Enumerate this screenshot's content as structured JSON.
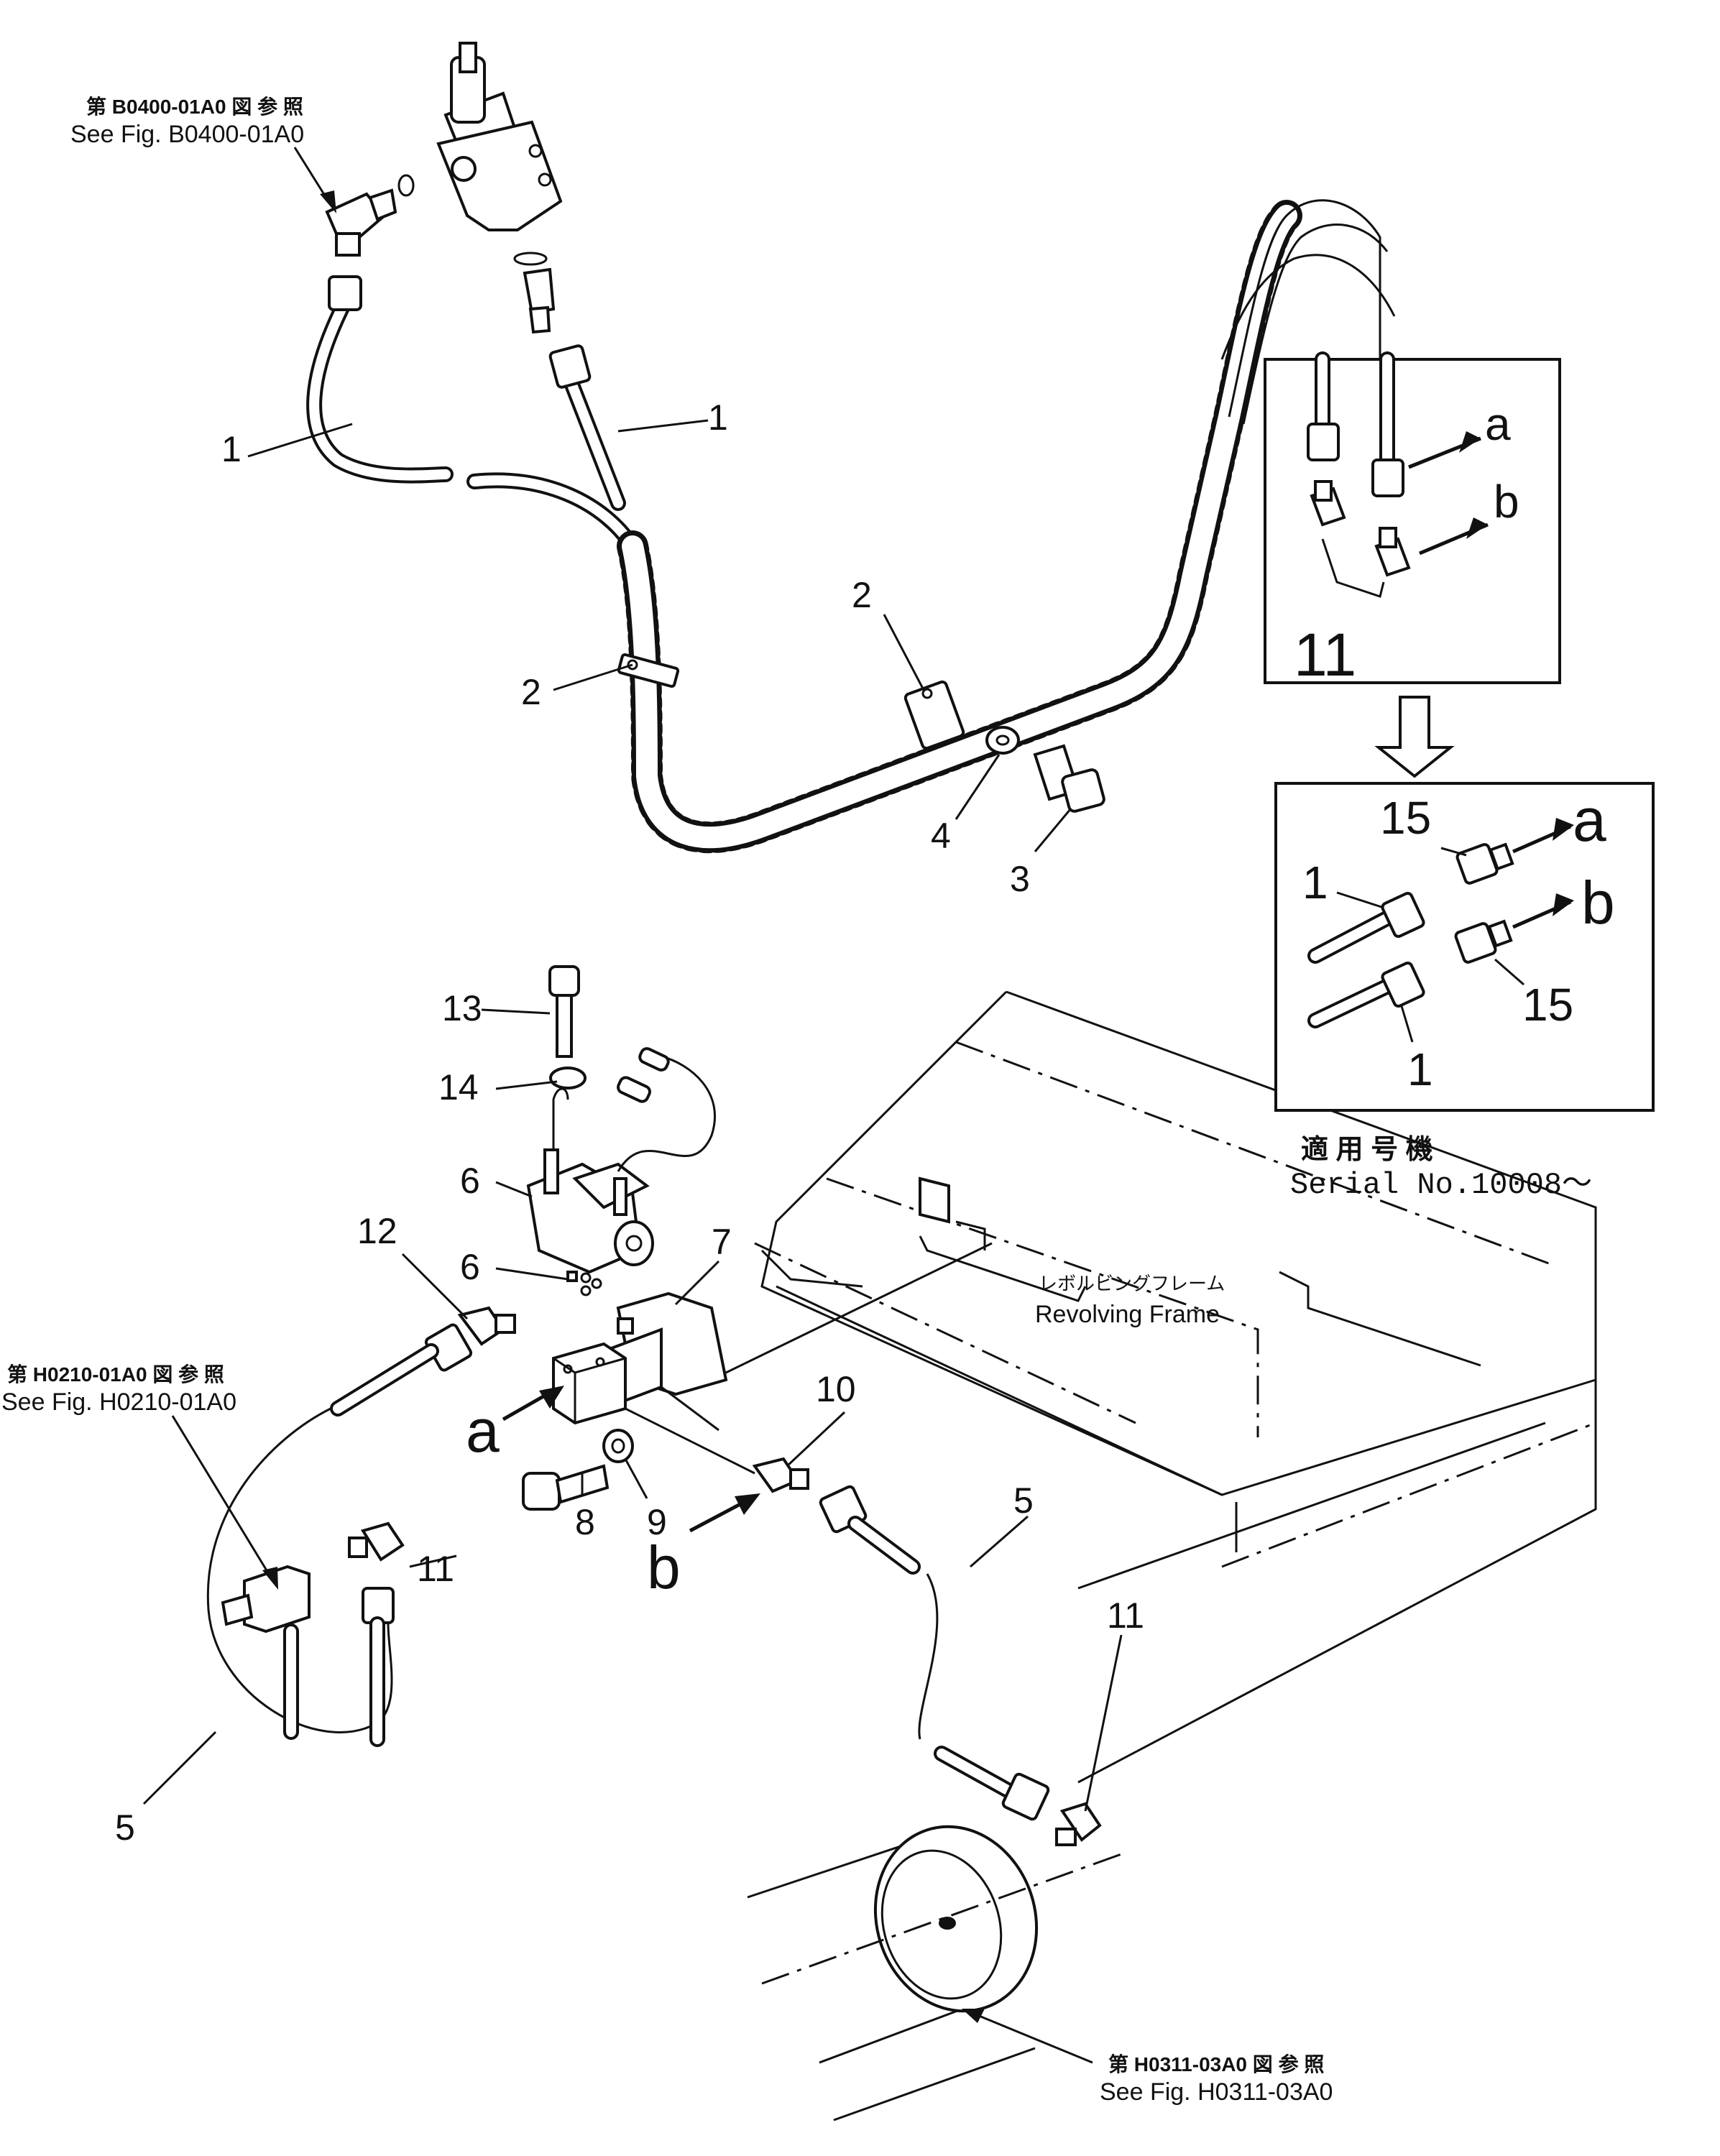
{
  "refs": {
    "b0400_jp": "第 B0400-01A0 図 参 照",
    "b0400_en": "See Fig. B0400-01A0",
    "h0210_jp": "第 H0210-01A0 図 参 照",
    "h0210_en": "See Fig. H0210-01A0",
    "h0311_jp": "第 H0311-03A0 図 参 照",
    "h0311_en": "See Fig. H0311-03A0"
  },
  "frame": {
    "label_jp": "レボルビングフレーム",
    "label_en": "Revolving Frame"
  },
  "serial": {
    "label_jp": "適 用 号 機",
    "label_en": "Serial No.10008～"
  },
  "callouts": {
    "c1_left": "1",
    "c1_right": "1",
    "c2_left": "2",
    "c2_mid": "2",
    "c3": "3",
    "c4": "4",
    "c5_left": "5",
    "c5_right": "5",
    "c6_top": "6",
    "c6_bottom": "6",
    "c7": "7",
    "c8": "8",
    "c9": "9",
    "c10": "10",
    "c11_left": "11",
    "c11_right": "11",
    "c12": "12",
    "c13": "13",
    "c14": "14",
    "port_a": "a",
    "port_b": "b"
  },
  "inset_old": {
    "part_label": "11",
    "a": "a",
    "b": "b"
  },
  "inset_new": {
    "p15_top": "15",
    "p15_bottom": "15",
    "p1_top": "1",
    "p1_bottom": "1",
    "a": "a",
    "b": "b"
  }
}
